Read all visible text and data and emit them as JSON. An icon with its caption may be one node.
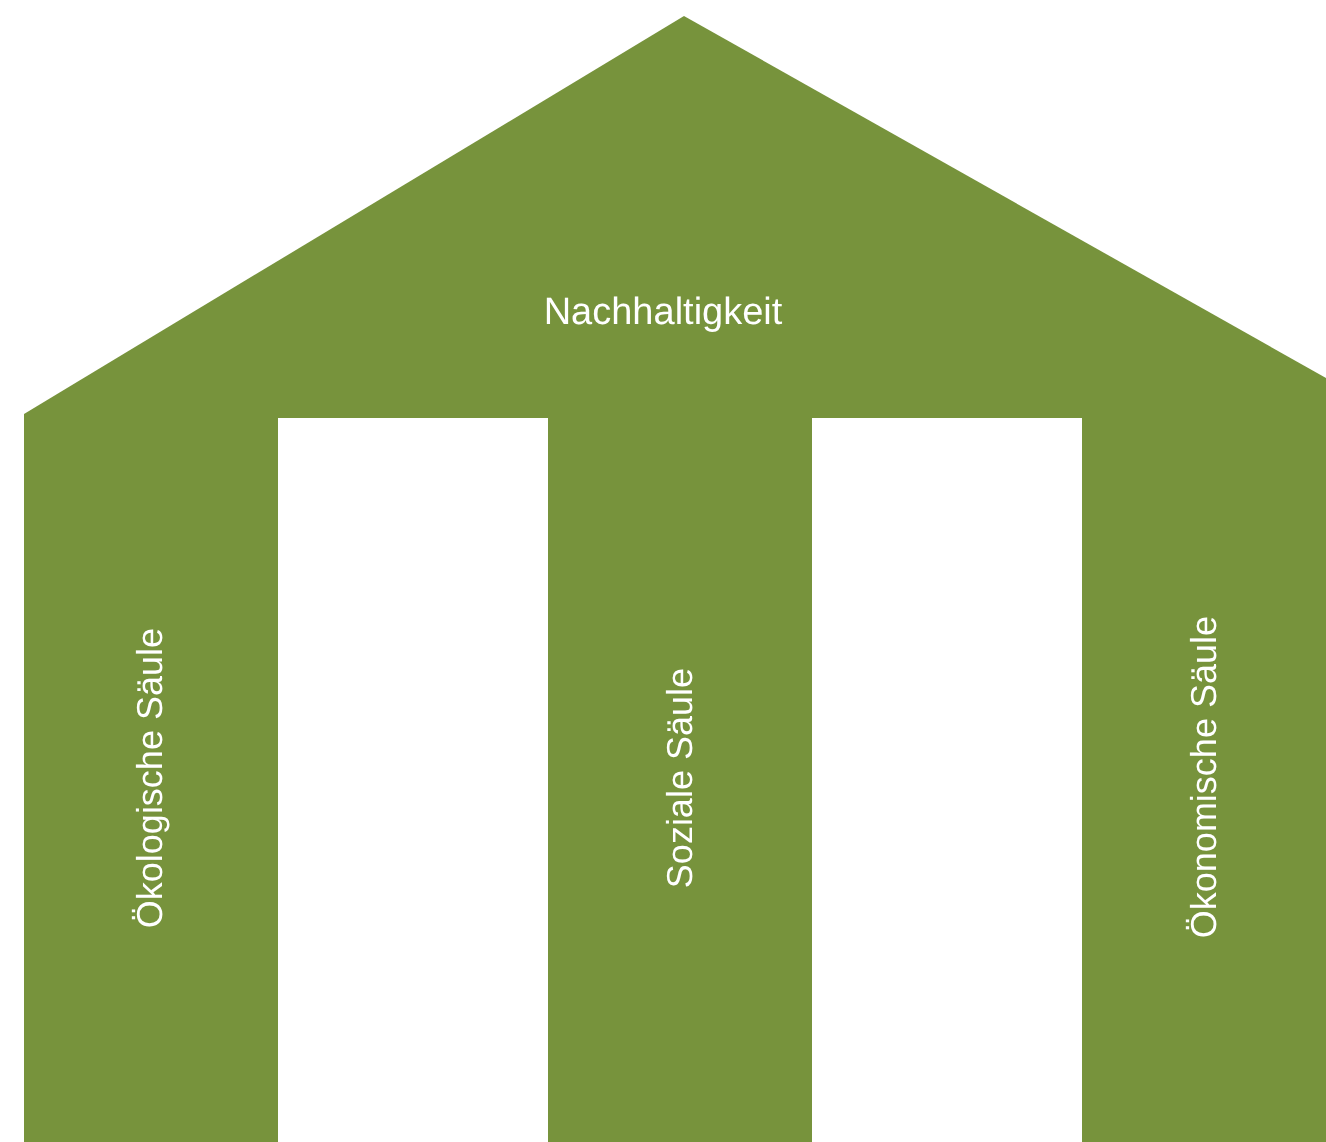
{
  "diagram": {
    "nodes": [
      {
        "text": [
          "Nachhaltigkeit"
        ]
      },
      {
        "text": [
          "Ökologische Säule"
        ]
      },
      {
        "text": [
          "Soziale Säule"
        ]
      },
      {
        "text": [
          "Ökonomische Säule"
        ]
      }
    ],
    "edges": []
  }
}
